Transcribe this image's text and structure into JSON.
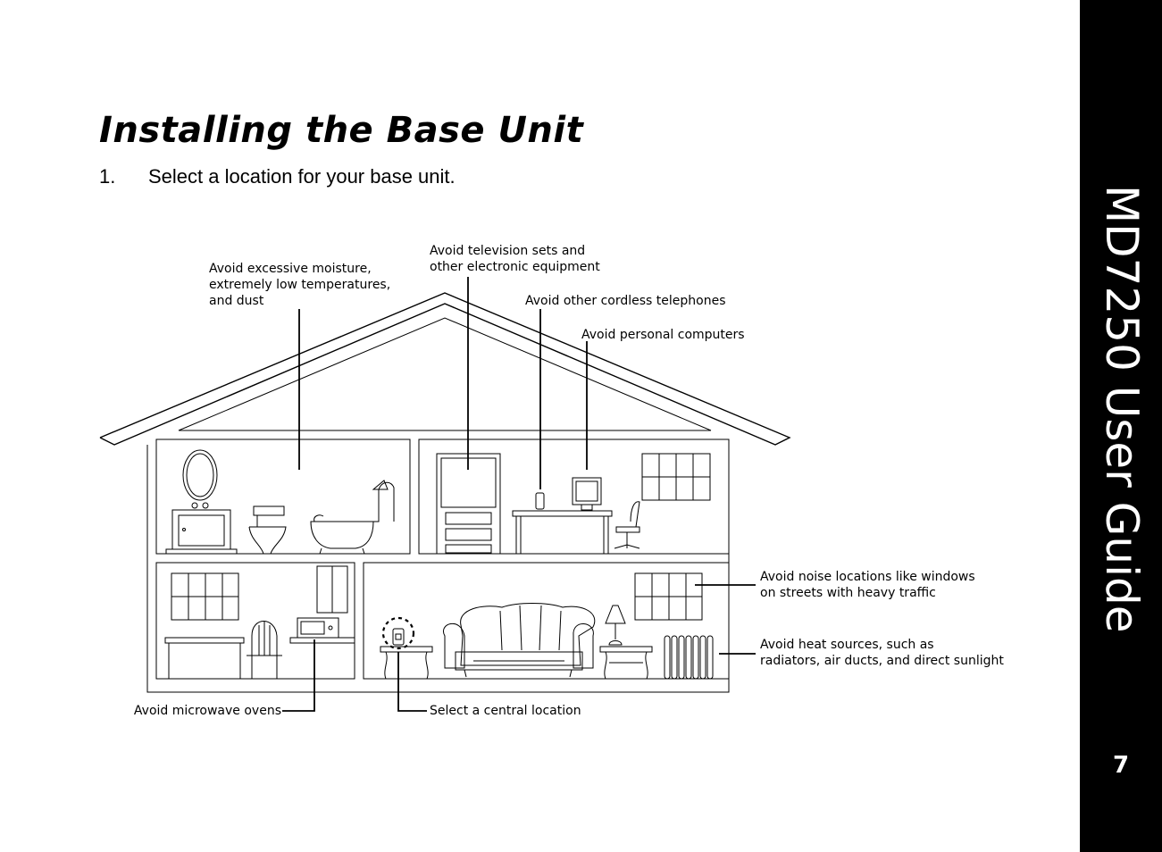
{
  "title": "Installing the Base Unit",
  "step": {
    "number": "1.",
    "text": "Select a location for your base unit."
  },
  "sidebar": {
    "guide_title": "MD7250 User Guide",
    "page_number": "7"
  },
  "callouts": {
    "moisture": [
      "Avoid excessive moisture,",
      "extremely low temperatures,",
      "and dust"
    ],
    "television": [
      "Avoid television sets and",
      "other electronic equipment"
    ],
    "cordless": [
      "Avoid other cordless telephones"
    ],
    "computers": [
      "Avoid personal computers"
    ],
    "noise": [
      "Avoid noise locations like windows",
      "on streets with heavy traffic"
    ],
    "heat": [
      "Avoid heat sources, such as",
      "radiators, air ducts, and direct sunlight"
    ],
    "microwave": [
      "Avoid microwave ovens"
    ],
    "central": [
      "Select a central location"
    ]
  }
}
